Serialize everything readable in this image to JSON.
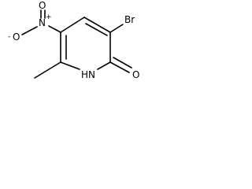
{
  "molecule": {
    "atoms": {
      "bromine": "Br",
      "nitro_nitrogen": "N",
      "nitro_nitrogen_charge": "+",
      "nitro_oxygen_top": "O",
      "nitro_oxygen_left": "O",
      "nitro_oxygen_charge": "-",
      "ring_nitrogen": "N",
      "ring_nitrogen_hydrogen": "H",
      "carbonyl_oxygen": "O"
    }
  }
}
